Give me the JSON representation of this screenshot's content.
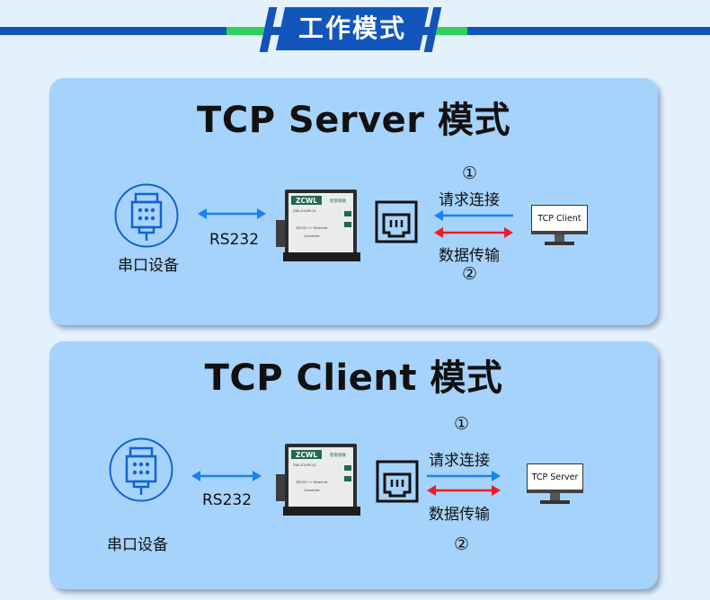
{
  "header": {
    "title": "工作模式"
  },
  "colors": {
    "header_blue": "#1153b8",
    "header_green": "#31d05d",
    "panel": "#a6d3fb",
    "arrow_blue": "#1a82f0",
    "arrow_red": "#ee1b24",
    "converter_green": "#1f6a4f"
  },
  "panels": [
    {
      "title": "TCP Server 模式",
      "device_label": "串口设备",
      "link_label": "RS232",
      "step1": "①",
      "request_label": "请求连接",
      "transfer_label": "数据传输",
      "step2": "②",
      "monitor_text": "TCP Client"
    },
    {
      "title": "TCP Client 模式",
      "device_label": "串口设备",
      "link_label": "RS232",
      "step1": "①",
      "request_label": "请求连接",
      "transfer_label": "数据传输",
      "step2": "②",
      "monitor_text": "TCP Server"
    }
  ],
  "converter": {
    "brand": "ZCWL",
    "brand_sub": "智嵌物联",
    "model": "ZWL-E1495-S1",
    "port_text": "RS232 ⟷ Ethernet",
    "type_text": "Converter"
  },
  "icons": {
    "device": "serial-port-circle-icon",
    "ethernet": "rj45-port-icon",
    "computer": "monitor-icon"
  }
}
